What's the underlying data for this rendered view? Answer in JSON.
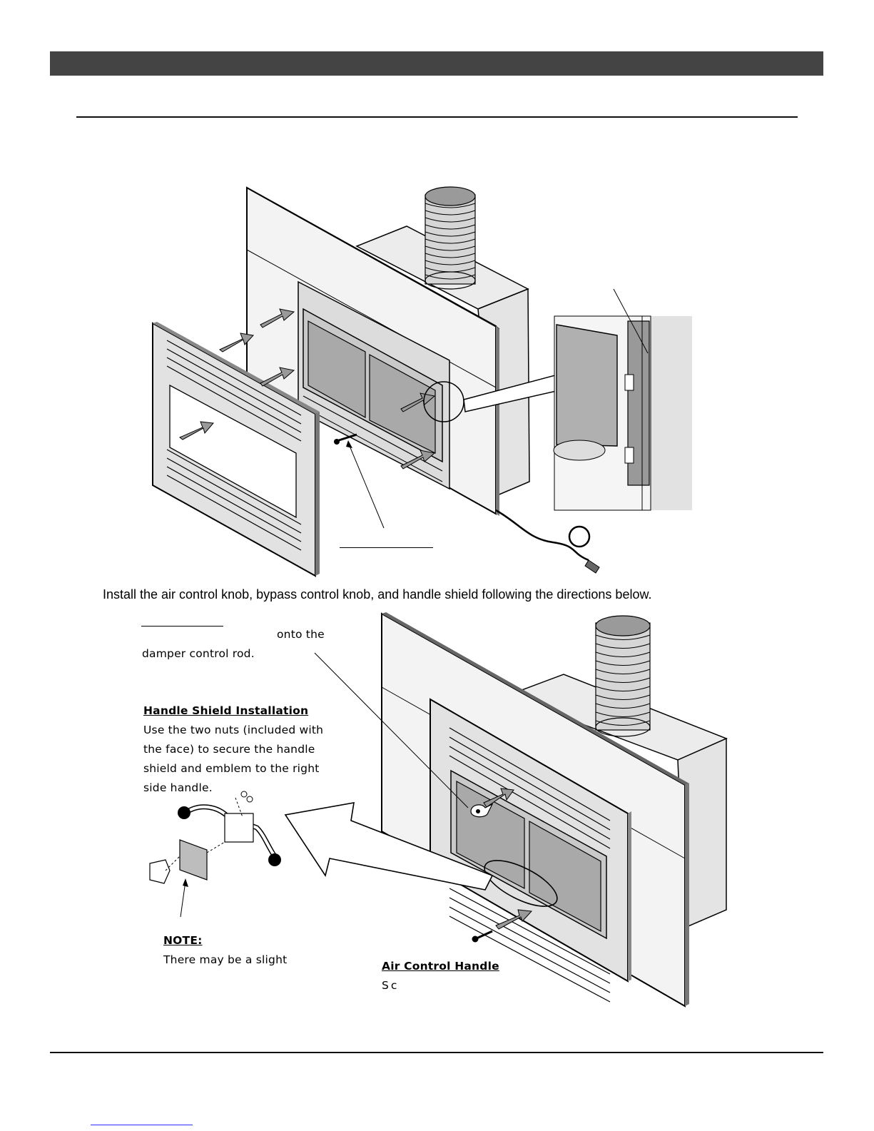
{
  "instruction": "Install the air control knob, bypass control knob, and handle shield following the directions below.",
  "bypass_note": {
    "line1": "onto the",
    "line2": "damper control rod."
  },
  "handle_shield": {
    "title": "Handle Shield Installation",
    "lines": [
      "Use the two nuts (included with",
      "the face) to secure the handle",
      "shield and emblem to the right",
      "side handle."
    ]
  },
  "note": {
    "title": "NOTE:",
    "text": "There may be a slight"
  },
  "air_control": {
    "title": "Air Control Handle",
    "text": "Sc"
  }
}
